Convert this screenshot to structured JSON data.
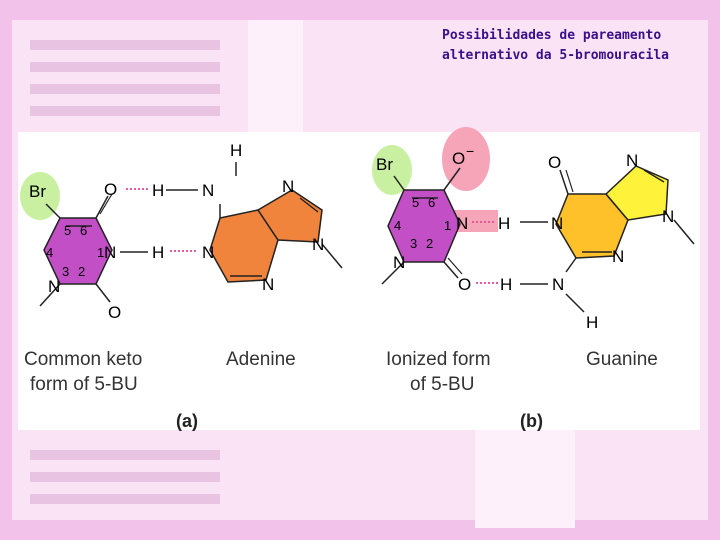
{
  "caption": {
    "line1": "Possibilidades de pareamento",
    "line2": "alternativo da 5-bromouracila"
  },
  "panel_a": {
    "atoms": {
      "br": "Br",
      "o_top": "O",
      "h_bridge1": "H",
      "n_amine": "N",
      "h_amine": "H",
      "n1": "N",
      "h_bridge2": "H",
      "n_adenine_left": "N",
      "n_adenine_bottom": "N",
      "n_adenine_top": "N",
      "n_adenine_right": "N",
      "n3": "N",
      "o_bottom": "O"
    },
    "ring_numbers": [
      "5",
      "6",
      "4",
      "1",
      "3",
      "2"
    ],
    "label_left_line1": "Common keto",
    "label_left_line2": "form of 5-BU",
    "label_right": "Adenine",
    "tag": "(a)"
  },
  "panel_b": {
    "atoms": {
      "br": "Br",
      "o_minus": "O",
      "charge": "−",
      "n1": "N",
      "h_bridge1": "H",
      "n_guanine_left": "N",
      "o_guanine": "O",
      "n_guanine_top": "N",
      "n_guanine_right": "N",
      "n_guanine_bottom": "N",
      "n3": "N",
      "o_bottom": "O",
      "h_bridge2": "H",
      "n_amine": "N",
      "h_amine": "H"
    },
    "ring_numbers": [
      "5",
      "6",
      "4",
      "1",
      "3",
      "2"
    ],
    "label_left_line1": "Ionized form",
    "label_left_line2": "of 5-BU",
    "label_right": "Guanine",
    "tag": "(b)"
  },
  "colors": {
    "background": "#f5c9ee",
    "slide": "#fbe3f6",
    "bromouracil_purple": "#c34fc6",
    "adenine_orange": "#f0843c",
    "guanine_yellow": "#ffc12a",
    "guanine_ring_yellow": "#fff23a",
    "bromine_green": "#c9f0a0",
    "oxygen_pink": "#f6a5b8",
    "hbond_pink": "#e85a9a",
    "caption_text": "#3a0f8a"
  }
}
